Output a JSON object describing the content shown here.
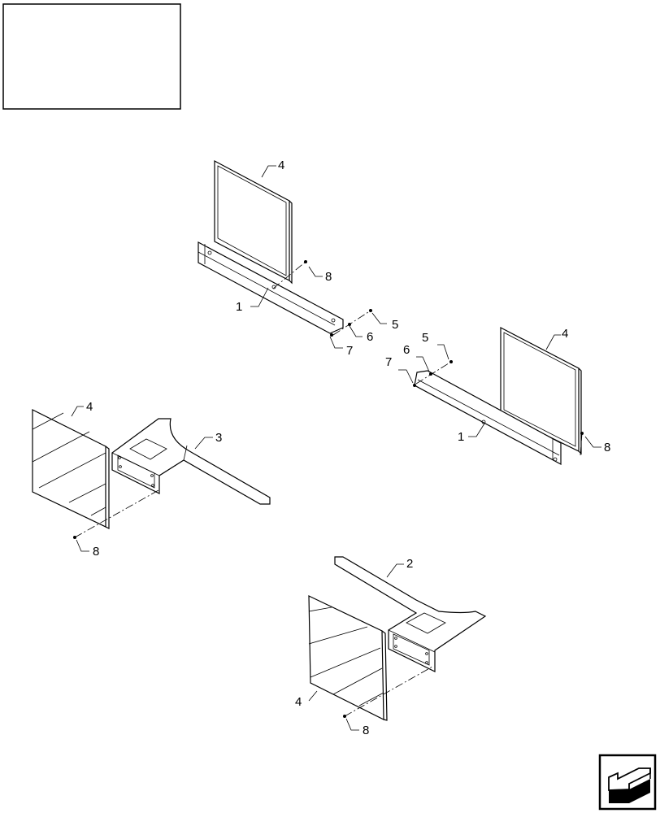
{
  "callouts": {
    "c1a": "1",
    "c1b": "1",
    "c2": "2",
    "c3": "3",
    "c4a": "4",
    "c4b": "4",
    "c4c": "4",
    "c4d": "4",
    "c5a": "5",
    "c5b": "5",
    "c6a": "6",
    "c6b": "6",
    "c7a": "7",
    "c7b": "7",
    "c8a": "8",
    "c8b": "8",
    "c8c": "8",
    "c8d": "8"
  },
  "icons": {
    "title_block": "empty-title-box",
    "nav": "previous-page-arrow-icon"
  }
}
